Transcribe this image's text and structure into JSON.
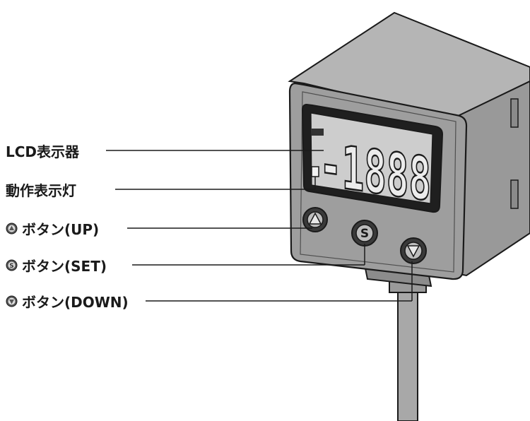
{
  "labels": {
    "lcd": "LCD表示器",
    "indicator": "動作表示灯",
    "up": "ボタン(UP)",
    "set": "ボタン(SET)",
    "down": "ボタン(DOWN)"
  },
  "display": {
    "digits": "-1888"
  },
  "icons": {
    "up": "up-triangle-circle-icon",
    "set": "s-circle-icon",
    "down": "down-triangle-circle-icon"
  },
  "colors": {
    "body": "#a8a8a8",
    "body_dark": "#8c8c8c",
    "face": "#9a9a9a",
    "lcd": "#cfcfcf",
    "stroke": "#1a1a1a"
  }
}
